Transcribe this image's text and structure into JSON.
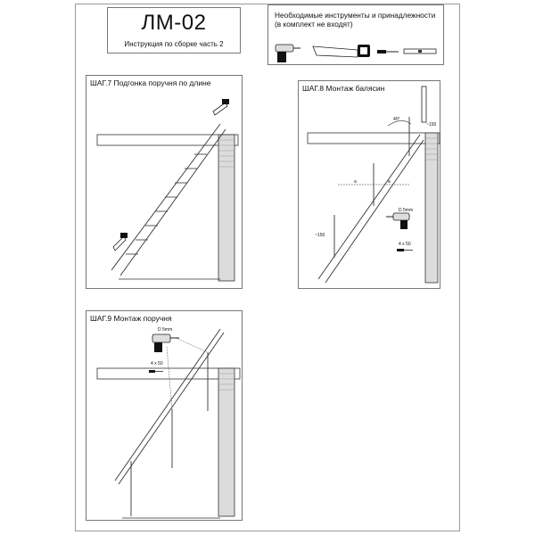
{
  "header": {
    "title": "ЛМ-02",
    "subtitle": "Инструкция по сборке часть 2"
  },
  "tools": {
    "line1": "Необходимые инструменты и принадлежности",
    "line2": "(в комплект не входят)",
    "icons": [
      "drill-icon",
      "saw-icon",
      "screwdriver-icon",
      "level-icon"
    ]
  },
  "step7": {
    "title": "ШАГ.7 Подгонка поручня по длине"
  },
  "step8": {
    "title": "ШАГ.8 Монтаж балясин",
    "angle": "40°",
    "dim_top": "~150",
    "dim_left": "~150",
    "spacing_a": "a",
    "spacing_b": "a",
    "drill_bit": "D 5mm",
    "screws": "4 x 50"
  },
  "step9": {
    "title": "ШАГ.9 Монтаж поручня",
    "drill_bit": "D 5mm",
    "screws": "4 x 50"
  },
  "colors": {
    "line": "#333333",
    "wall_fill": "#dcdcdc",
    "drill_body": "#1a1a1a"
  }
}
